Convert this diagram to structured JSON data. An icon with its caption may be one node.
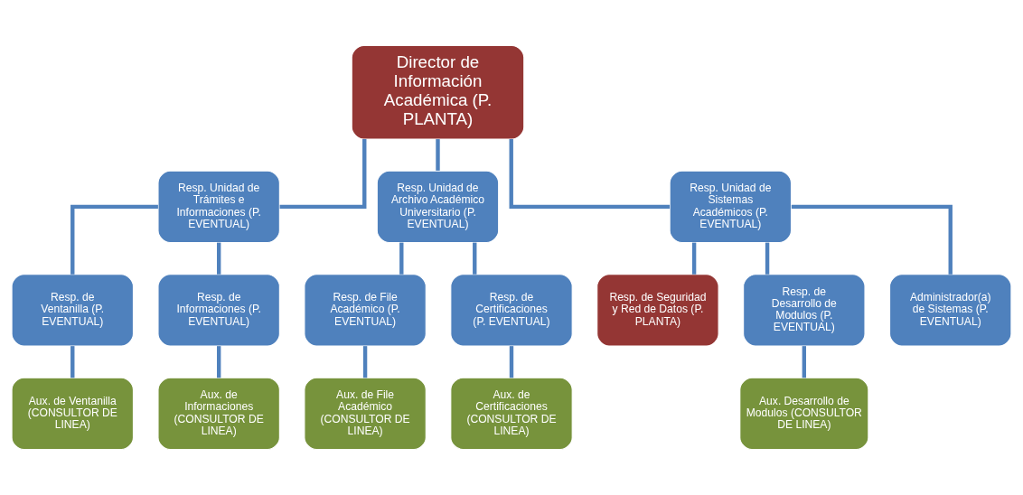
{
  "diagram": {
    "nodes": [
      {
        "text": [
          "Director de Información Académica (P. PLANTA)"
        ]
      },
      {
        "text": [
          "Resp. Unidad de Trámites e Informaciones (P. EVENTUAL)"
        ]
      },
      {
        "text": [
          "Resp. Unidad de Archivo Académico Universitario (P. EVENTUAL)"
        ]
      },
      {
        "text": [
          "Resp. Unidad de Sistemas Académicos (P. EVENTUAL)"
        ]
      },
      {
        "text": [
          "Resp. de Ventanilla (P. EVENTUAL)"
        ]
      },
      {
        "text": [
          "Resp. de Informaciones (P. EVENTUAL)"
        ]
      },
      {
        "text": [
          "Resp. de File Académico (P. EVENTUAL)"
        ]
      },
      {
        "text": [
          "Resp. de Certificaciones (P. EVENTUAL)"
        ]
      },
      {
        "text": [
          "Resp. de Seguridad y Red de Datos (P. PLANTA)"
        ]
      },
      {
        "text": [
          "Resp. de Desarrollo de Modulos (P. EVENTUAL)"
        ]
      },
      {
        "text": [
          "Administrador(a) de Sistemas (P. EVENTUAL)"
        ]
      },
      {
        "text": [
          "Aux. de Ventanilla (CONSULTOR DE LINEA)"
        ]
      },
      {
        "text": [
          "Aux. de Informaciones (CONSULTOR DE LINEA)"
        ]
      },
      {
        "text": [
          "Aux. de File Académico (CONSULTOR DE LINEA)"
        ]
      },
      {
        "text": [
          "Aux. de Certificaciones (CONSULTOR DE LINEA)"
        ]
      },
      {
        "text": [
          "Aux. Desarrollo de Modulos (CONSULTOR DE LINEA)"
        ]
      }
    ],
    "edges": [
      {
        "from": 0,
        "to": 1,
        "arrow": "none"
      },
      {
        "from": 0,
        "to": 2,
        "arrow": "none"
      },
      {
        "from": 0,
        "to": 3,
        "arrow": "none"
      },
      {
        "from": 1,
        "to": 4,
        "arrow": "none"
      },
      {
        "from": 1,
        "to": 5,
        "arrow": "none"
      },
      {
        "from": 2,
        "to": 6,
        "arrow": "none"
      },
      {
        "from": 2,
        "to": 7,
        "arrow": "none"
      },
      {
        "from": 3,
        "to": 8,
        "arrow": "none"
      },
      {
        "from": 3,
        "to": 9,
        "arrow": "none"
      },
      {
        "from": 3,
        "to": 10,
        "arrow": "none"
      },
      {
        "from": 4,
        "to": 11,
        "arrow": "none"
      },
      {
        "from": 5,
        "to": 12,
        "arrow": "none"
      },
      {
        "from": 6,
        "to": 13,
        "arrow": "none"
      },
      {
        "from": 7,
        "to": 14,
        "arrow": "none"
      },
      {
        "from": 9,
        "to": 15,
        "arrow": "none"
      }
    ]
  }
}
